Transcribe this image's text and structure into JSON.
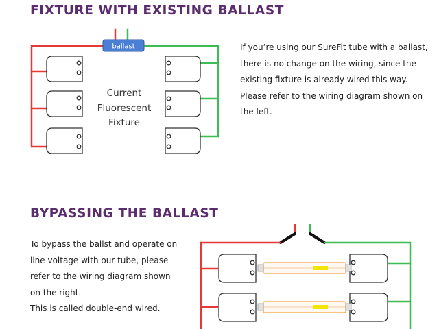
{
  "section1": {
    "heading": "FIXTURE WITH EXISTING BALLAST",
    "paragraph": [
      "If you’re using our SureFit tube with a ballast,",
      "there is no change on the wiring, since the",
      "existing fixture is already wired this way.",
      "Please refer to the wiring diagram shown on",
      "the left."
    ],
    "diagram": {
      "ballast_label": "ballast",
      "fixture_label": [
        "Current",
        "Fluorescent",
        "Fixture"
      ]
    }
  },
  "section2": {
    "heading": "BYPASSING THE BALLAST",
    "paragraph": [
      "To bypass the ballst and operate on",
      "line voltage with our tube, please",
      "refer to the wiring diagram shown",
      "on the right.",
      "This is called double-end wired."
    ]
  },
  "colors": {
    "heading": "#5b2d6e",
    "live_wire": "#e53935",
    "neutral_wire": "#3dbb55",
    "ballast_fill": "#4a7fd4",
    "tube_outline": "#f3a24a",
    "tube_label": "#f2e600"
  }
}
